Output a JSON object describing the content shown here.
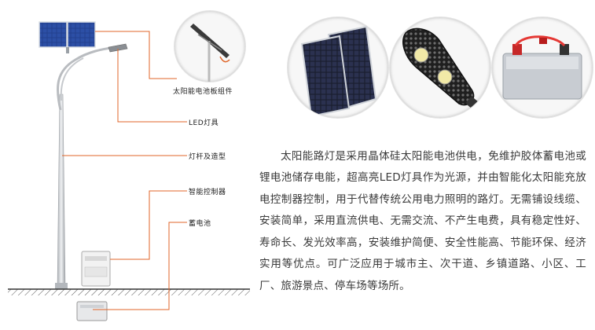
{
  "labels": {
    "panel_assembly": "太阳能电池板组件",
    "led_lamp": "LED灯具",
    "pole": "灯杆及造型",
    "controller": "智能控制器",
    "battery": "蓄电池"
  },
  "description": "太阳能路灯是采用晶体硅太阳能电池供电，免维护胶体蓄电池或锂电池储存电能，超高亮LED灯具作为光源，并由智能化太阳能充放电控制器控制，用于代替传统公用电力照明的路灯。无需铺设线缆、安装简单，采用直流供电、无需交流、不产生电费，具有稳定性好、寿命长、发光效率高，安装维护简便、安全性能高、节能环保、经济实用等优点。可广泛应用于城市主、次干道、乡镇道路、小区、工厂、旅游景点、停车场等场所。",
  "colors": {
    "leader_line": "#e0662a",
    "panel_blue": "#1e3f8c",
    "pole_gray": "#c9ccd0"
  },
  "icons": {
    "panel_photo": "solar-panel-icon",
    "lamp_photo": "led-lamp-icon",
    "battery_photo": "battery-icon"
  }
}
